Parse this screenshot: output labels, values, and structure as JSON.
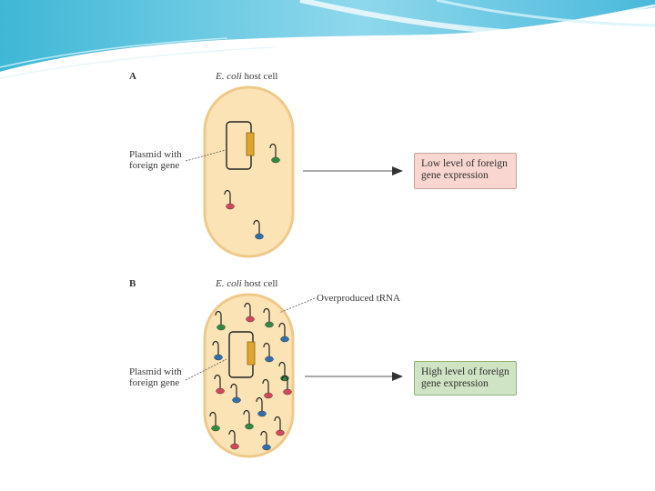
{
  "panel_a": {
    "letter": "A",
    "host_cell_italic": "E. coli",
    "host_cell_rest": " host cell",
    "plasmid_label": [
      "Plasmid with",
      "foreign gene"
    ],
    "result": [
      "Low level of foreign",
      "gene expression"
    ]
  },
  "panel_b": {
    "letter": "B",
    "host_cell_italic": "E. coli",
    "host_cell_rest": " host cell",
    "overproduced_label": "Overproduced tRNA",
    "plasmid_label": [
      "Plasmid with",
      "foreign gene"
    ],
    "result": [
      "High level of foreign",
      "gene expression"
    ]
  },
  "colors": {
    "cell_fill": "#fbe3b5",
    "cell_border": "#efc98a",
    "gene": "#e0a530",
    "trna_red": "#d4475a",
    "trna_green": "#2e8b3f",
    "trna_blue": "#2f6fae",
    "low_box": "#f9d6d0",
    "high_box": "#cfe4c4"
  }
}
